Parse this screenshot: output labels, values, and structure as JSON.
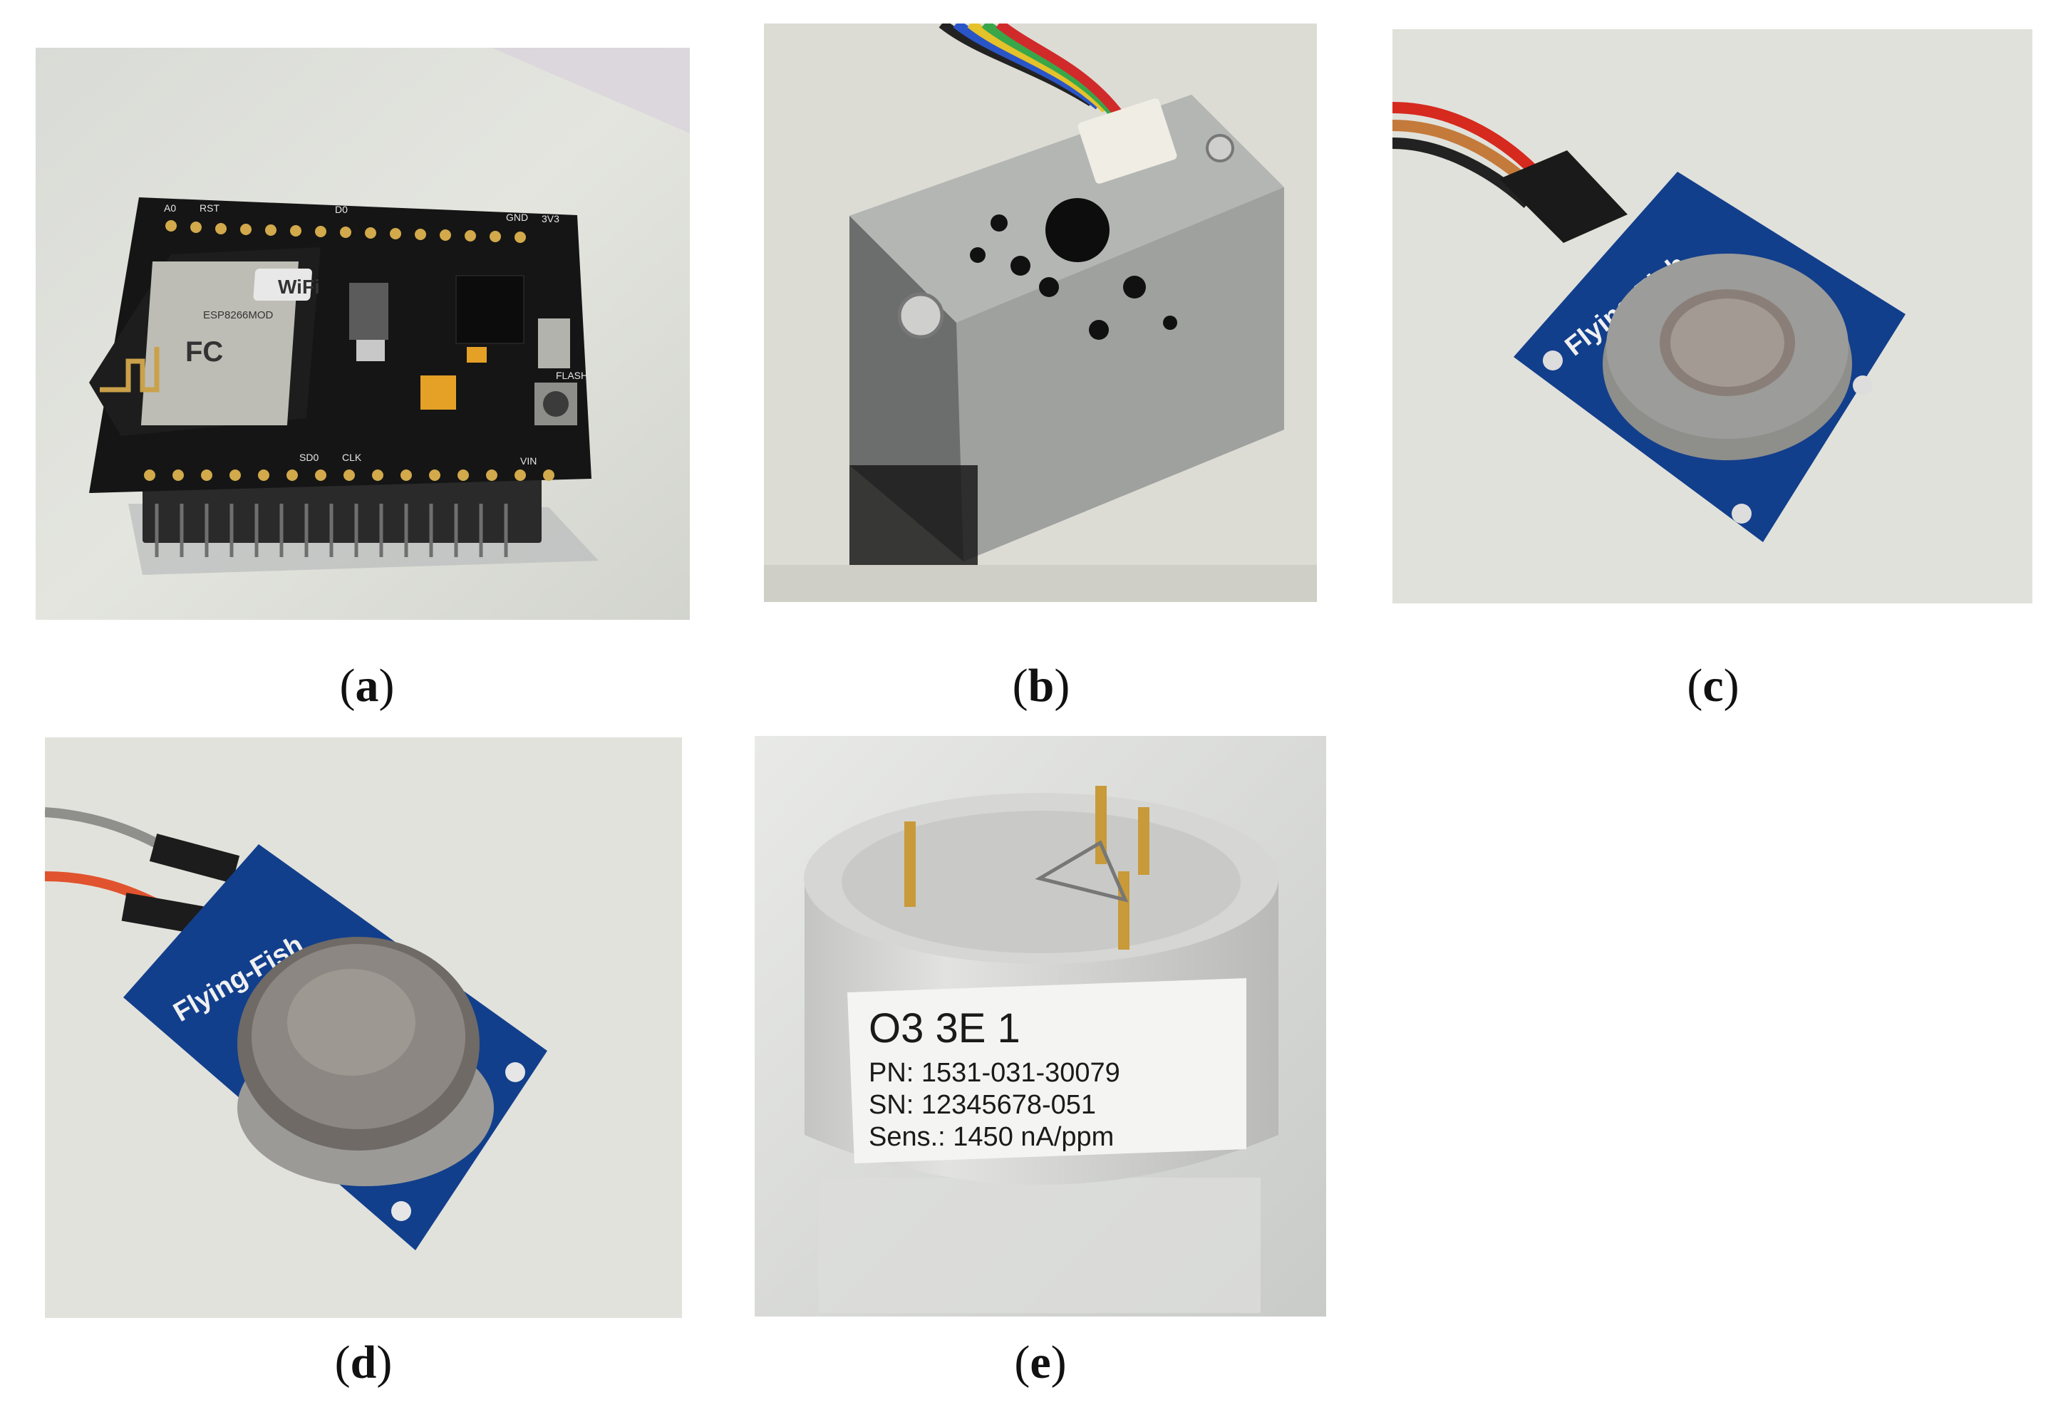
{
  "figure": {
    "panels": [
      {
        "id": "a",
        "label": "a",
        "subject": "nodemcu-esp8266-board",
        "printed": {
          "wifi": "WiFi",
          "module": "ESP8266MOD",
          "fc": "FC",
          "pin_a": "A0",
          "pin_rst": "RST",
          "pin_d0": "D0",
          "pin_flash": "FLASH",
          "pin_3v3": "3V3",
          "pin_gnd": "GND",
          "pin_vin": "VIN",
          "pin_clk": "CLK",
          "pin_sd0": "SD0"
        }
      },
      {
        "id": "b",
        "label": "b",
        "subject": "dust-sensor-metal-box"
      },
      {
        "id": "c",
        "label": "c",
        "subject": "gas-sensor-module-round",
        "printed": {
          "brand": "Flying-Fish"
        }
      },
      {
        "id": "d",
        "label": "d",
        "subject": "gas-sensor-module-mesh",
        "printed": {
          "brand": "Flying-Fish"
        }
      },
      {
        "id": "e",
        "label": "e",
        "subject": "ozone-electrochemical-sensor",
        "printed": {
          "line1": "O3  3E 1",
          "line2": "PN: 1531-031-30079",
          "line3": "SN: 12345678-051",
          "line4": "Sens.: 1450 nA/ppm"
        }
      }
    ]
  },
  "colors": {
    "pcb_black": "#151515",
    "pcb_blue": "#123f8c",
    "paper": "#e6e6df",
    "metal": "#a9aaa8",
    "gray_cap": "#9c9c9a",
    "sensor_body": "#d8d9d6",
    "pin_gold": "#c89a3a"
  }
}
